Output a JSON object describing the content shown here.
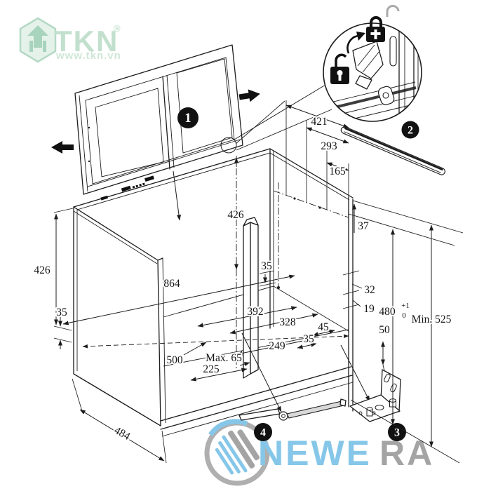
{
  "branding": {
    "tkn": {
      "name": "TKN",
      "registered": "®",
      "url": "www.tkn.vn"
    },
    "newera": {
      "blue_part": "NEWE",
      "gray_part": "RA"
    }
  },
  "callouts": {
    "part1": "1",
    "part2": "2",
    "part3": "3",
    "part4": "4"
  },
  "dims": {
    "top_421": "421",
    "top_293": "293",
    "top_165": "165",
    "top_37": "37",
    "left_426": "426",
    "left_35": "35",
    "left_864": "864",
    "bottom_484": "484",
    "center_426": "426",
    "center_35": "35",
    "floor_392": "392",
    "floor_328": "328",
    "floor_249": "249",
    "floor_45": "45",
    "floor_35": "35",
    "floor_max65": "Max. 65",
    "floor_225": "225",
    "floor_500": "500",
    "right_32": "32",
    "right_19": "19",
    "right_480": "480",
    "right_tol_plus": "+1",
    "right_tol_zero": "0",
    "right_min525": "Min. 525",
    "right_50": "50"
  },
  "colors": {
    "line": "#1c1c1c",
    "tkn_green": "#aed6bd",
    "newera_blue": "#7cc3e8",
    "newera_gray": "#9d9d9d",
    "callout_bg": "#111111"
  }
}
